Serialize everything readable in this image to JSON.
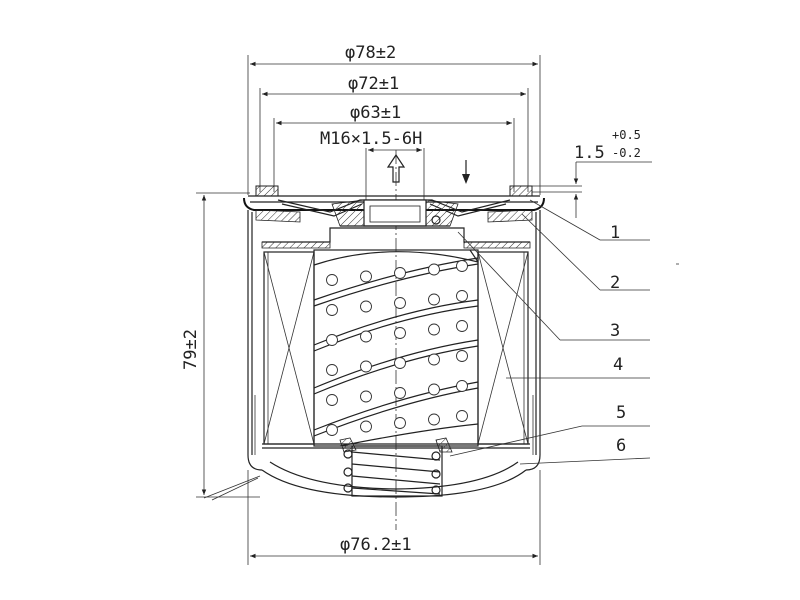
{
  "dimensions": {
    "outer_diameter": "φ78±2",
    "gasket_diameter": "φ72±1",
    "inner_diameter": "φ63±1",
    "thread": "M16×1.5-6H",
    "gap_value": "1.5",
    "gap_tol_upper": "+0.5",
    "gap_tol_lower": "-0.2",
    "height": "79±2",
    "body_diameter": "φ76.2±1"
  },
  "callouts": [
    "1",
    "2",
    "3",
    "4",
    "5",
    "6"
  ]
}
